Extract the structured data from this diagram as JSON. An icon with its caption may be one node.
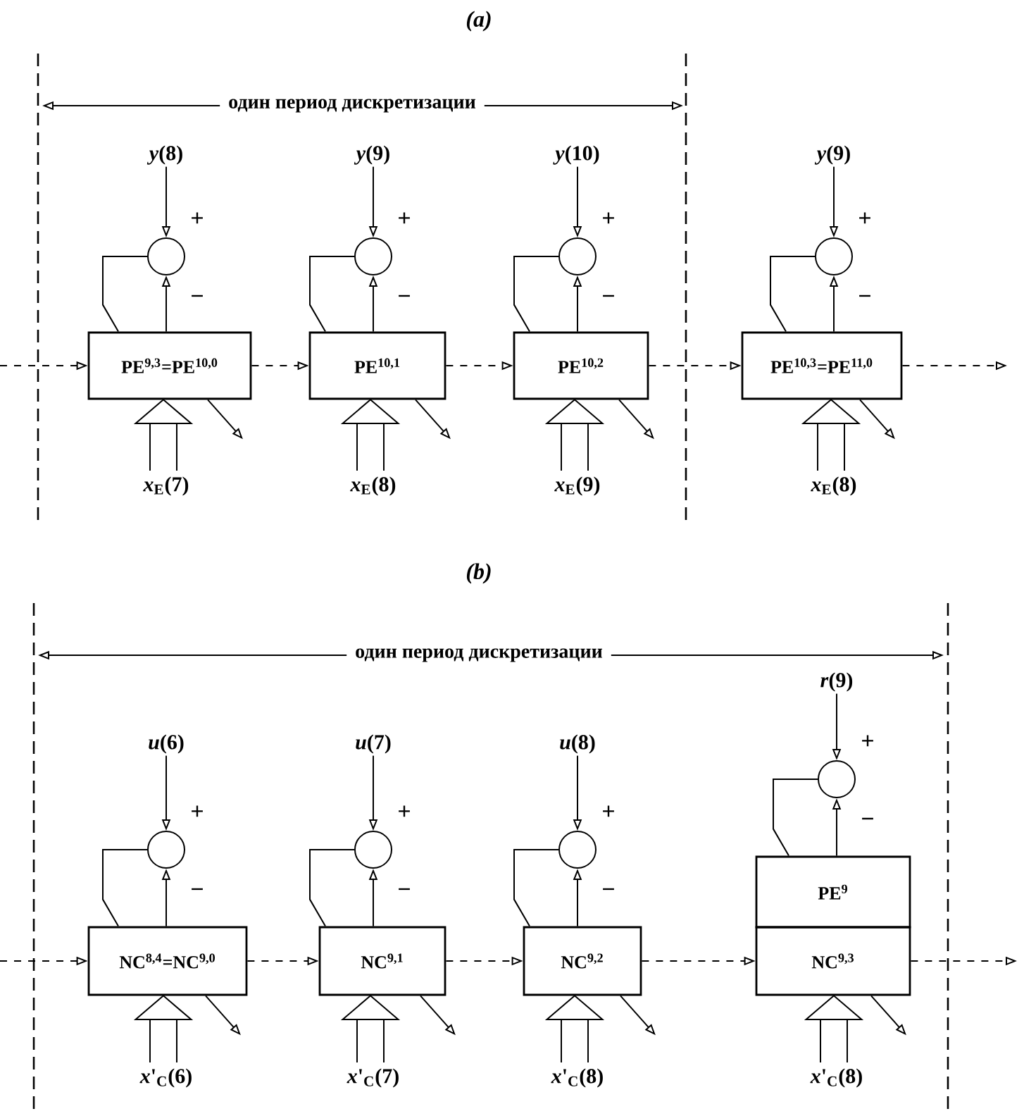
{
  "diagram": {
    "nodes": [
      {
        "text": [
          "*y*(8)"
        ]
      },
      {
        "text": [],
        "shape": "circle"
      },
      {
        "text": [
          "PE$^{9,3}$=PE$^{10,0}$"
        ]
      },
      {
        "text": [
          "*x*$_{E}$(7)"
        ]
      },
      {
        "text": [
          "*y*(9)"
        ]
      },
      {
        "text": [],
        "shape": "circle"
      },
      {
        "text": [
          "PE$^{10,1}$"
        ]
      },
      {
        "text": [
          "*x*$_{E}$(8)"
        ]
      },
      {
        "text": [
          "*y*(10)"
        ]
      },
      {
        "text": [],
        "shape": "circle"
      },
      {
        "text": [
          "PE$^{10,2}$"
        ]
      },
      {
        "text": [
          "*x*$_{E}$(9)"
        ]
      },
      {
        "text": [
          "*y*(9)"
        ]
      },
      {
        "text": [],
        "shape": "circle"
      },
      {
        "text": [
          "PE$^{10,3}$=PE$^{11,0}$"
        ]
      },
      {
        "text": [
          "*x*$_{E}$(8)"
        ]
      },
      {
        "text": [
          "*u*(6)"
        ]
      },
      {
        "text": [],
        "shape": "circle"
      },
      {
        "text": [
          "NC$^{8,4}$=NC$^{9,0}$"
        ]
      },
      {
        "text": [
          "*x*'$_{C}$(6)"
        ]
      },
      {
        "text": [
          "*u*(7)"
        ]
      },
      {
        "text": [],
        "shape": "circle"
      },
      {
        "text": [
          "NC$^{9,1}$"
        ]
      },
      {
        "text": [
          "*x*'$_{C}$(7)"
        ]
      },
      {
        "text": [
          "*u*(8)"
        ]
      },
      {
        "text": [],
        "shape": "circle"
      },
      {
        "text": [
          "NC$^{9,2}$"
        ]
      },
      {
        "text": [
          "*x*'$_{C}$(8)"
        ]
      },
      {
        "text": [
          "*r*(9)"
        ]
      },
      {
        "text": [],
        "shape": "circle"
      },
      {
        "text": [
          "PE$^{9}$"
        ]
      },
      {
        "text": [
          "NC$^{9,3}$"
        ]
      },
      {
        "text": [
          "*x*'$_{C}$(8)"
        ]
      }
    ],
    "edges": [
      {
        "from": 0,
        "to": 1,
        "arrow": "to",
        "label": "+"
      },
      {
        "from": 2,
        "to": 1,
        "arrow": "to",
        "label": "−"
      },
      {
        "from": 2,
        "to": 1,
        "arrow": "none"
      },
      {
        "from": 3,
        "to": 2,
        "arrow": "to",
        "style": "thick"
      },
      {
        "from": 2,
        "to": null,
        "arrow": "to"
      },
      {
        "from": 4,
        "to": 5,
        "arrow": "to",
        "label": "+"
      },
      {
        "from": 6,
        "to": 5,
        "arrow": "to",
        "label": "−"
      },
      {
        "from": 6,
        "to": 5,
        "arrow": "none"
      },
      {
        "from": 7,
        "to": 6,
        "arrow": "to",
        "style": "thick"
      },
      {
        "from": 6,
        "to": null,
        "arrow": "to"
      },
      {
        "from": 8,
        "to": 9,
        "arrow": "to",
        "label": "+"
      },
      {
        "from": 10,
        "to": 9,
        "arrow": "to",
        "label": "−"
      },
      {
        "from": 10,
        "to": 9,
        "arrow": "none"
      },
      {
        "from": 11,
        "to": 10,
        "arrow": "to",
        "style": "thick"
      },
      {
        "from": 10,
        "to": null,
        "arrow": "to"
      },
      {
        "from": 12,
        "to": 13,
        "arrow": "to",
        "label": "+"
      },
      {
        "from": 14,
        "to": 13,
        "arrow": "to",
        "label": "−"
      },
      {
        "from": 14,
        "to": 13,
        "arrow": "none"
      },
      {
        "from": 15,
        "to": 14,
        "arrow": "to",
        "style": "thick"
      },
      {
        "from": 14,
        "to": null,
        "arrow": "to"
      },
      {
        "from": 16,
        "to": 17,
        "arrow": "to",
        "label": "+"
      },
      {
        "from": 18,
        "to": 17,
        "arrow": "to",
        "label": "−"
      },
      {
        "from": 18,
        "to": 17,
        "arrow": "none"
      },
      {
        "from": 19,
        "to": 18,
        "arrow": "to",
        "style": "thick"
      },
      {
        "from": 18,
        "to": null,
        "arrow": "to"
      },
      {
        "from": 20,
        "to": 21,
        "arrow": "to",
        "label": "+"
      },
      {
        "from": 22,
        "to": 21,
        "arrow": "to",
        "label": "−"
      },
      {
        "from": 22,
        "to": 21,
        "arrow": "none"
      },
      {
        "from": 23,
        "to": 22,
        "arrow": "to",
        "style": "thick"
      },
      {
        "from": 22,
        "to": null,
        "arrow": "to"
      },
      {
        "from": 24,
        "to": 25,
        "arrow": "to",
        "label": "+"
      },
      {
        "from": 26,
        "to": 25,
        "arrow": "to",
        "label": "−"
      },
      {
        "from": 26,
        "to": 25,
        "arrow": "none"
      },
      {
        "from": 27,
        "to": 26,
        "arrow": "to",
        "style": "thick"
      },
      {
        "from": 26,
        "to": null,
        "arrow": "to"
      },
      {
        "from": 28,
        "to": 29,
        "arrow": "to",
        "label": "+"
      },
      {
        "from": 30,
        "to": 29,
        "arrow": "to",
        "label": "−"
      },
      {
        "from": 30,
        "to": 29,
        "arrow": "none"
      },
      {
        "from": 32,
        "to": 31,
        "arrow": "to",
        "style": "thick"
      },
      {
        "from": 31,
        "to": null,
        "arrow": "to"
      },
      {
        "from": null,
        "to": 2,
        "arrow": "to",
        "style": "dashed"
      },
      {
        "from": 2,
        "to": 6,
        "arrow": "to",
        "style": "dashed"
      },
      {
        "from": 6,
        "to": 10,
        "arrow": "to",
        "style": "dashed"
      },
      {
        "from": 10,
        "to": 14,
        "arrow": "to",
        "style": "dashed"
      },
      {
        "from": 14,
        "to": null,
        "arrow": "to",
        "style": "dashed"
      },
      {
        "from": null,
        "to": 18,
        "arrow": "to",
        "style": "dashed"
      },
      {
        "from": 18,
        "to": 22,
        "arrow": "to",
        "style": "dashed"
      },
      {
        "from": 22,
        "to": 26,
        "arrow": "to",
        "style": "dashed"
      },
      {
        "from": 26,
        "to": 31,
        "arrow": "to",
        "style": "dashed"
      },
      {
        "from": 31,
        "to": null,
        "arrow": "to",
        "style": "dashed"
      }
    ],
    "labels": [
      "(a)",
      "один период дискретизации",
      "(b)",
      "один период дискретизации"
    ]
  }
}
